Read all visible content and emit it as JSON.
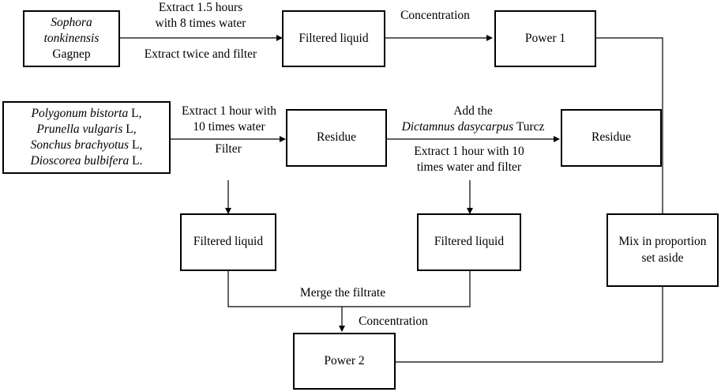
{
  "nodes": {
    "sophora": {
      "line1": "Sophora",
      "line2": "tonkinensis",
      "line3": "Gagnep"
    },
    "filtered_liquid_top": "Filtered liquid",
    "power1": "Power 1",
    "herbs": {
      "h1_italic": "Polygonum bistorta",
      "h1_plain": " L,",
      "h2_italic": "Prunella vulgaris",
      "h2_plain": " L,",
      "h3_italic": "Sonchus brachyotus",
      "h3_plain": " L,",
      "h4_italic": "Dioscorea bulbifera",
      "h4_plain": " L."
    },
    "residue_mid": "Residue",
    "residue_right": "Residue",
    "filtered_liquid_left": "Filtered liquid",
    "filtered_liquid_right": "Filtered liquid",
    "mix": {
      "line1": "Mix in proportion",
      "line2": "set aside"
    },
    "power2": "Power 2"
  },
  "edge_labels": {
    "extract_1_5_l1": "Extract 1.5 hours",
    "extract_1_5_l2": "with 8 times water",
    "extract_twice": "Extract twice and filter",
    "concentration_top": "Concentration",
    "extract_1h_l1": "Extract 1 hour with",
    "extract_1h_l2": "10 times water",
    "filter": "Filter",
    "add_the": "Add the",
    "dictamnus_italic": "Dictamnus dasycarpus",
    "dictamnus_plain": " Turcz",
    "extract_1h10_l1": "Extract 1 hour with 10",
    "extract_1h10_l2": "times water and filter",
    "merge": "Merge the filtrate",
    "concentration_bottom": "Concentration"
  }
}
